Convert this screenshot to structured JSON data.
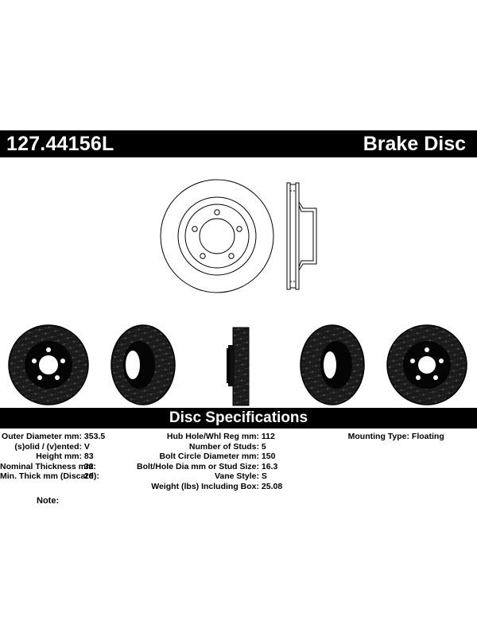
{
  "header": {
    "part_number": "127.44156L",
    "product_type": "Brake Disc"
  },
  "specs": {
    "title": "Disc Specifications",
    "col1": [
      {
        "label": "Outer Diameter mm:",
        "value": "353.5"
      },
      {
        "label": "(s)olid / (v)ented:",
        "value": "V"
      },
      {
        "label": "Height mm:",
        "value": "83"
      },
      {
        "label": "Nominal Thickness mm:",
        "value": "32"
      },
      {
        "label": "Min. Thick mm (Discard):",
        "value": "29"
      }
    ],
    "col2": [
      {
        "label": "Hub Hole/Whl Reg mm:",
        "value": "112"
      },
      {
        "label": "Number of Studs:",
        "value": "5"
      },
      {
        "label": "Bolt Circle Diameter mm:",
        "value": "150"
      },
      {
        "label": "Bolt/Hole Dia mm or Stud Size:",
        "value": "16.3"
      },
      {
        "label": "Vane Style:",
        "value": "S"
      },
      {
        "label": "Weight (lbs) Including Box:",
        "value": "25.08"
      }
    ],
    "col3": [
      {
        "label": "Mounting Type:",
        "value": "Floating"
      }
    ]
  },
  "note": {
    "label": "Note:"
  }
}
